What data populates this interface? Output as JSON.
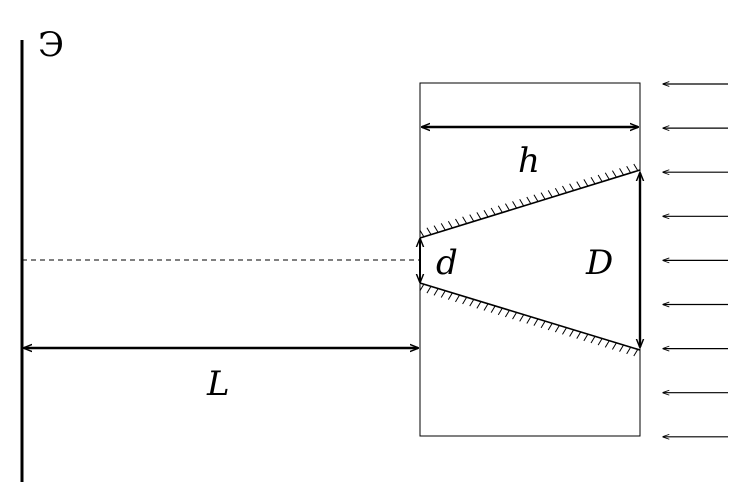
{
  "labels": {
    "screen": "Э",
    "length_h": "h",
    "distance_L": "L",
    "gap_d": "d",
    "opening_D": "D"
  },
  "colors": {
    "stroke": "#000000",
    "background": "#ffffff"
  },
  "incoming_light": {
    "direction": "right-to-left",
    "arrow_count": 9
  }
}
